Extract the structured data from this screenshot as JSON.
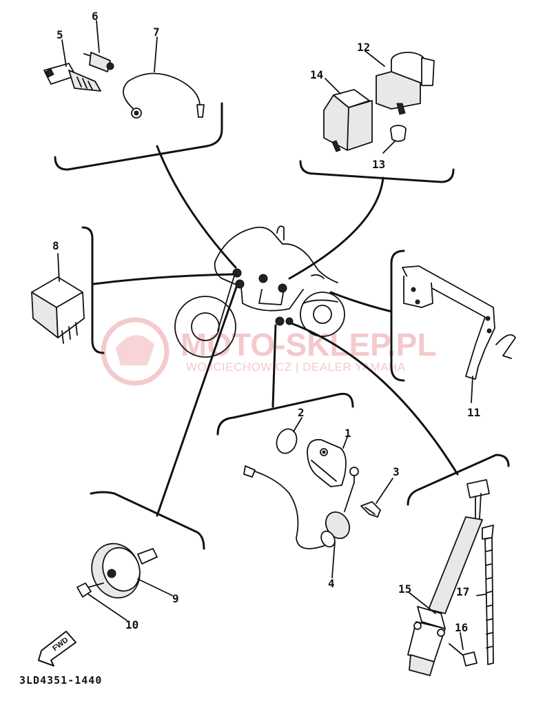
{
  "diagram": {
    "code": "3LD4351-1440",
    "fwd_label": "FWD",
    "part_numbers": [
      "1",
      "2",
      "3",
      "4",
      "5",
      "6",
      "7",
      "8",
      "9",
      "10",
      "11",
      "12",
      "13",
      "14",
      "15",
      "16",
      "17"
    ]
  },
  "watermark": {
    "title": "MOTO-SKLEP.PL",
    "subtitle": "WOJCIECHOWICZ | DEALER YAMAHA",
    "color": "#e8a0a6"
  }
}
